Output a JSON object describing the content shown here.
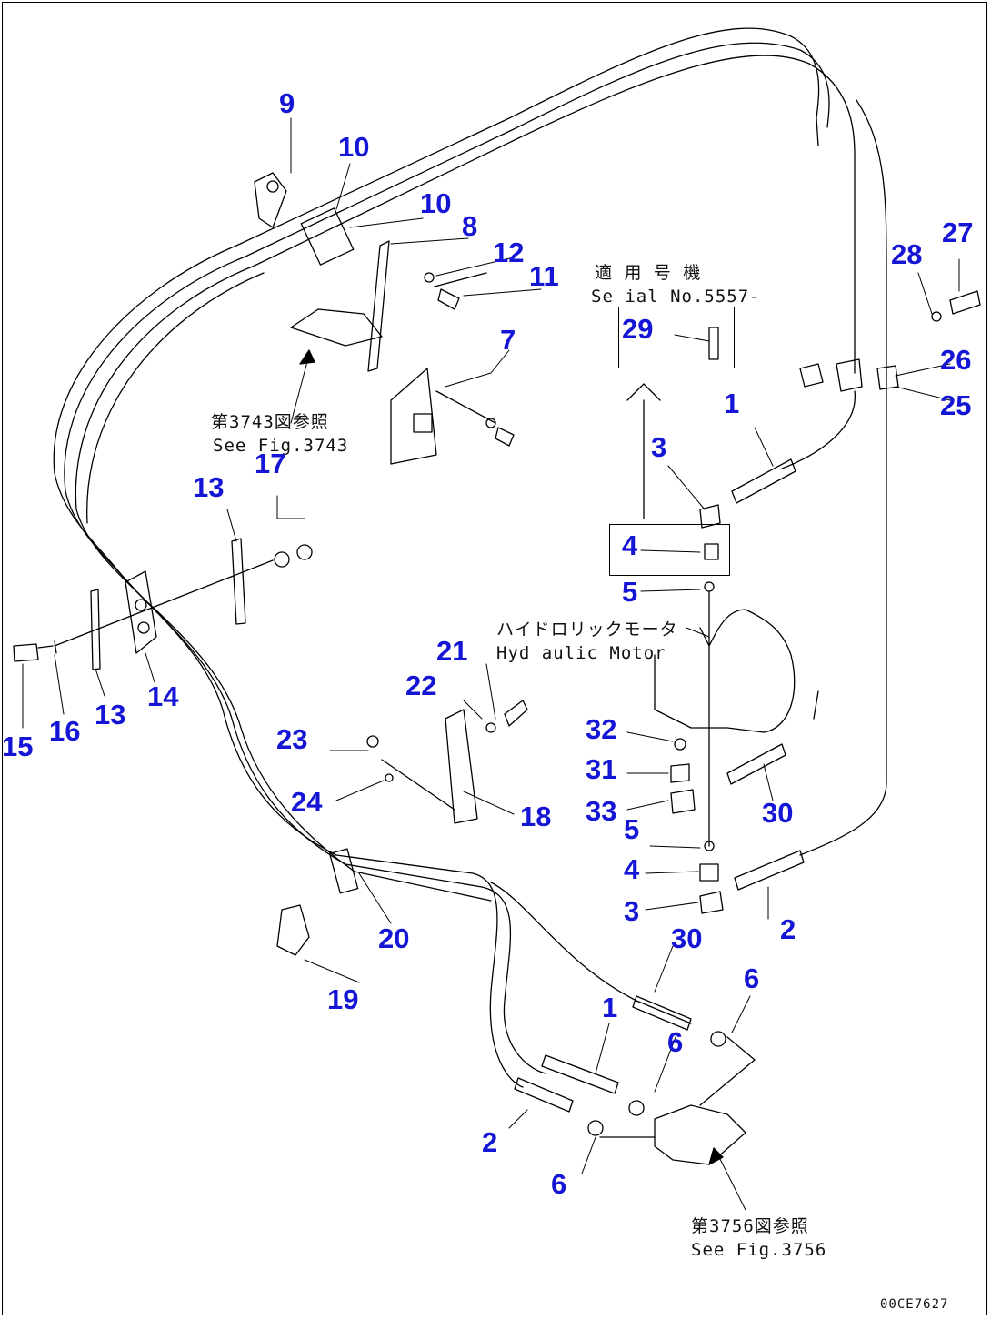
{
  "labels": {
    "l1a": "1",
    "l1b": "1",
    "l2a": "2",
    "l2b": "2",
    "l3a": "3",
    "l3b": "3",
    "l4a": "4",
    "l4b": "4",
    "l5a": "5",
    "l5b": "5",
    "l6a": "6",
    "l6b": "6",
    "l6c": "6",
    "l7": "7",
    "l8": "8",
    "l9": "9",
    "l10a": "10",
    "l10b": "10",
    "l11": "11",
    "l12": "12",
    "l13a": "13",
    "l13b": "13",
    "l14": "14",
    "l15": "15",
    "l16": "16",
    "l17": "17",
    "l18": "18",
    "l19": "19",
    "l20": "20",
    "l21": "21",
    "l22": "22",
    "l23": "23",
    "l24": "24",
    "l25": "25",
    "l26": "26",
    "l27": "27",
    "l28": "28",
    "l29": "29",
    "l30a": "30",
    "l30b": "30",
    "l31": "31",
    "l32": "32",
    "l33": "33"
  },
  "notes": {
    "serial_jp": "適 用 号 機",
    "serial_en": "Se ial No.5557-",
    "fig3743_jp": "第3743図参照",
    "fig3743_en": "See Fig.3743",
    "motor_jp": "ハイドロリックモータ",
    "motor_en": "Hyd aulic Motor",
    "fig3756_jp": "第3756図参照",
    "fig3756_en": "See Fig.3756",
    "code": "00CE7627"
  },
  "colors": {
    "callout": "#1515d6",
    "line": "#000000"
  }
}
